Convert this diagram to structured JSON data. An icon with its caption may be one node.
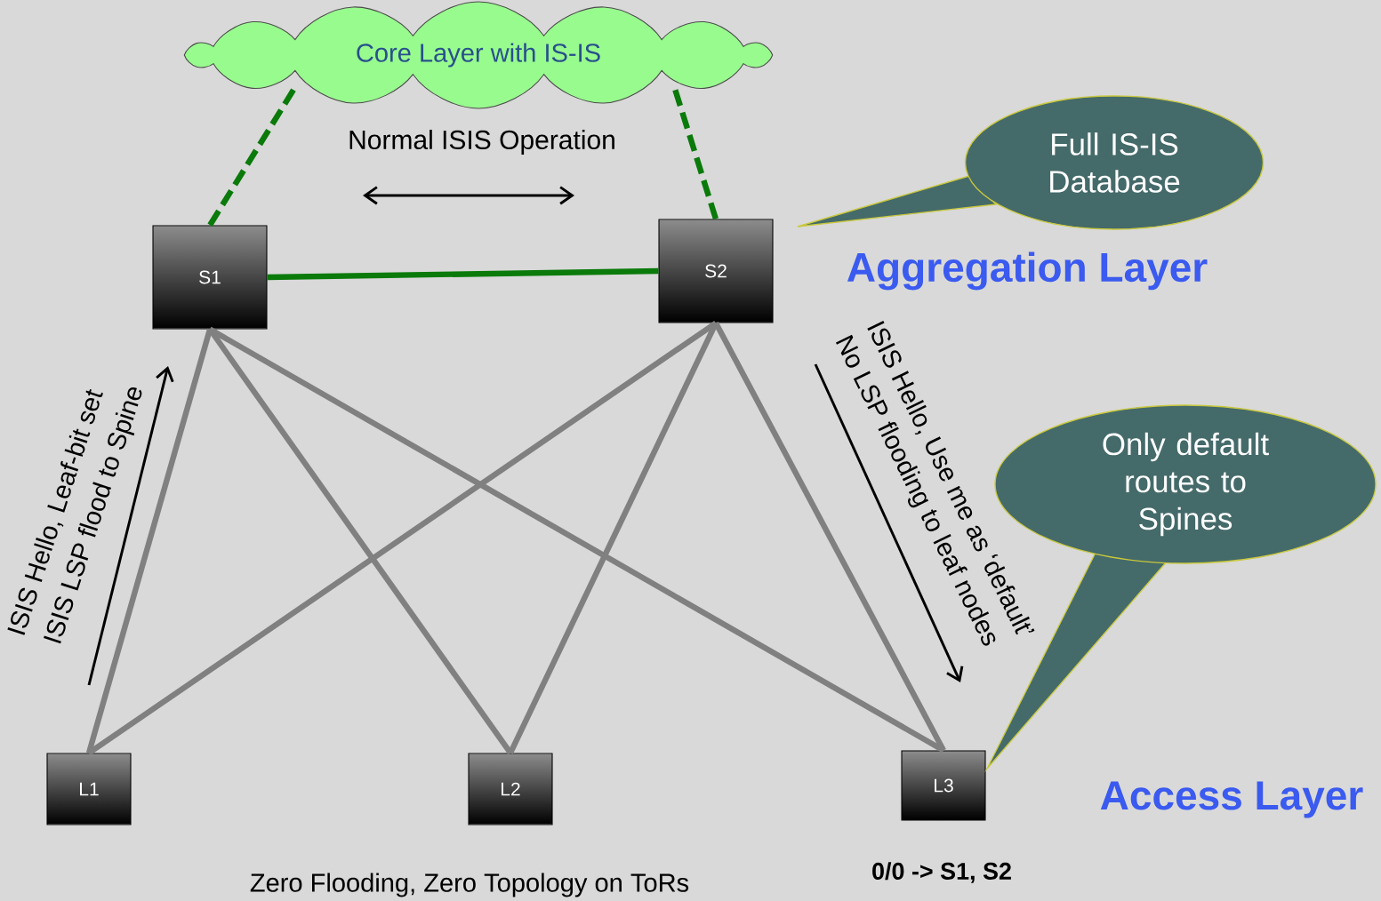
{
  "diagram": {
    "nodes": [
      {
        "text": [
          "Core Layer with IS-IS"
        ]
      },
      {
        "text": [
          "S1"
        ]
      },
      {
        "text": [
          "S2"
        ]
      },
      {
        "text": [
          "L1"
        ]
      },
      {
        "text": [
          "L2"
        ]
      },
      {
        "text": [
          "L3"
        ]
      },
      {
        "text": [
          "Full IS-IS Database"
        ]
      },
      {
        "text": [
          "Only default routes to Spines"
        ]
      }
    ],
    "edges": [
      {
        "from": 0,
        "to": 1,
        "arrow": "none",
        "style": "dashed",
        "color": "#0a7a0a"
      },
      {
        "from": 0,
        "to": 2,
        "arrow": "none",
        "style": "dashed",
        "color": "#0a7a0a"
      },
      {
        "from": 1,
        "to": 2,
        "arrow": "none",
        "color": "#0a7a0a"
      },
      {
        "from": 1,
        "to": 3,
        "arrow": "none"
      },
      {
        "from": 1,
        "to": 4,
        "arrow": "none"
      },
      {
        "from": 1,
        "to": 5,
        "arrow": "none"
      },
      {
        "from": 2,
        "to": 3,
        "arrow": "none"
      },
      {
        "from": 2,
        "to": 4,
        "arrow": "none"
      },
      {
        "from": 2,
        "to": 5,
        "arrow": "none"
      }
    ],
    "labels": [
      "Normal ISIS Operation",
      "Aggregation Layer",
      "ISIS Hello, Leaf-bit set",
      "ISIS LSP flood to Spine",
      "ISIS Hello, Use me as ‘default’",
      "No LSP flooding to leaf nodes",
      "Access Layer",
      "Zero Flooding, Zero Topology on ToRs",
      "0/0 -> S1, S2"
    ]
  }
}
